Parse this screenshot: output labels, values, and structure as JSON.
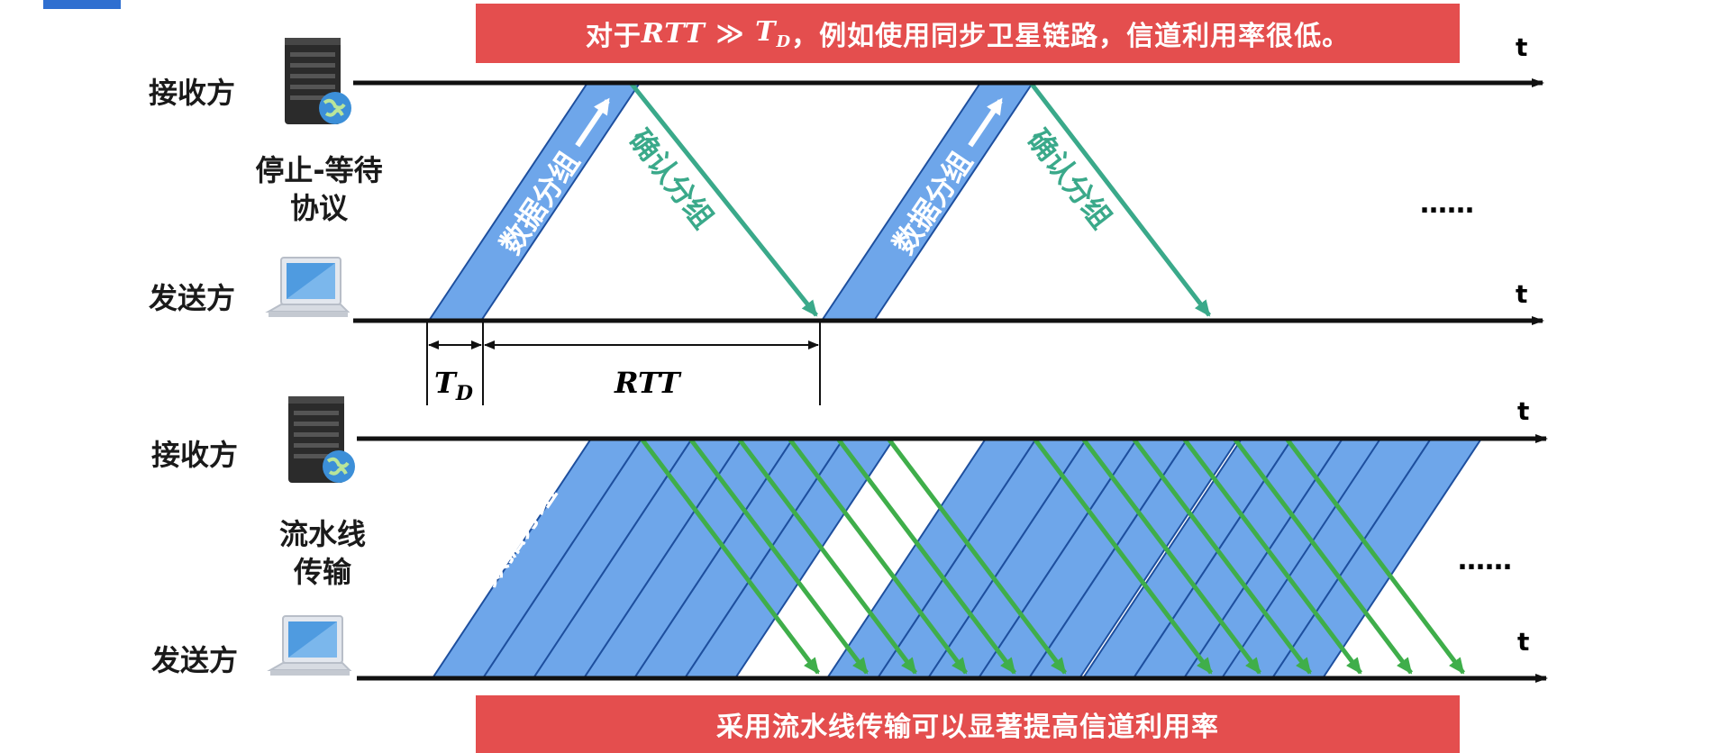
{
  "header_banner": {
    "prefix": "对于",
    "rtt": "RTT",
    "symbol": " ≫ ",
    "td_main": "T",
    "td_sub": "D",
    "suffix": "，例如使用同步卫星链路，信道利用率很低。"
  },
  "footer_banner": "采用流水线传输可以显著提高信道利用率",
  "top_diagram": {
    "title": "停止-等待协议",
    "title_line1": "停止-等待",
    "title_line2": "协议",
    "receiver": "接收方",
    "sender": "发送方",
    "data_label": "数据分组",
    "ack_label": "确认分组",
    "axis_t": "t",
    "td_label_main": "T",
    "td_label_sub": "D",
    "rtt_label": "RTT",
    "ellipsis": "……"
  },
  "bottom_diagram": {
    "title": "流水线传输",
    "title_line1": "流水线",
    "title_line2": "传输",
    "receiver": "接收方",
    "sender": "发送方",
    "data_label": "数据分组",
    "axis_t": "t",
    "ellipsis": "……"
  },
  "colors": {
    "banner": "#e44e4e",
    "data_fill": "#6ea6ea",
    "data_stroke": "#1e4f9e",
    "ack_top": "#3aa98a",
    "ack_bottom": "#3fae4a",
    "axis": "#111111"
  },
  "icons": [
    "server-icon",
    "globe-icon",
    "laptop-icon"
  ]
}
